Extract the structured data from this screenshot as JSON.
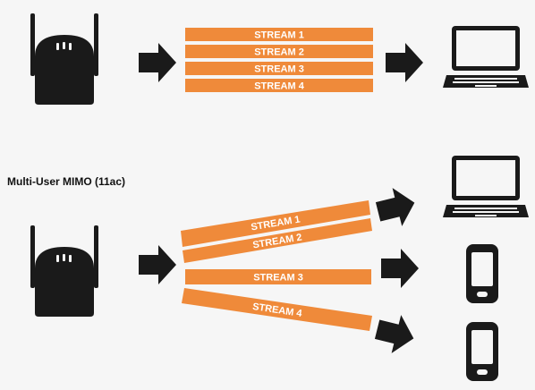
{
  "colors": {
    "background": "#f6f6f6",
    "stream": "#ef8a3a",
    "icon": "#1a1a1a"
  },
  "top_diagram": {
    "source_icon": "router-icon",
    "target_icon": "laptop-icon",
    "streams": [
      "STREAM 1",
      "STREAM 2",
      "STREAM 3",
      "STREAM 4"
    ]
  },
  "bottom_diagram": {
    "caption": "Multi-User MIMO (11ac)",
    "source_icon": "router-icon",
    "target_icons": [
      "laptop-icon",
      "smartphone-icon",
      "smartphone-icon"
    ],
    "streams": [
      "STREAM 1",
      "STREAM 2",
      "STREAM 3",
      "STREAM 4"
    ]
  }
}
